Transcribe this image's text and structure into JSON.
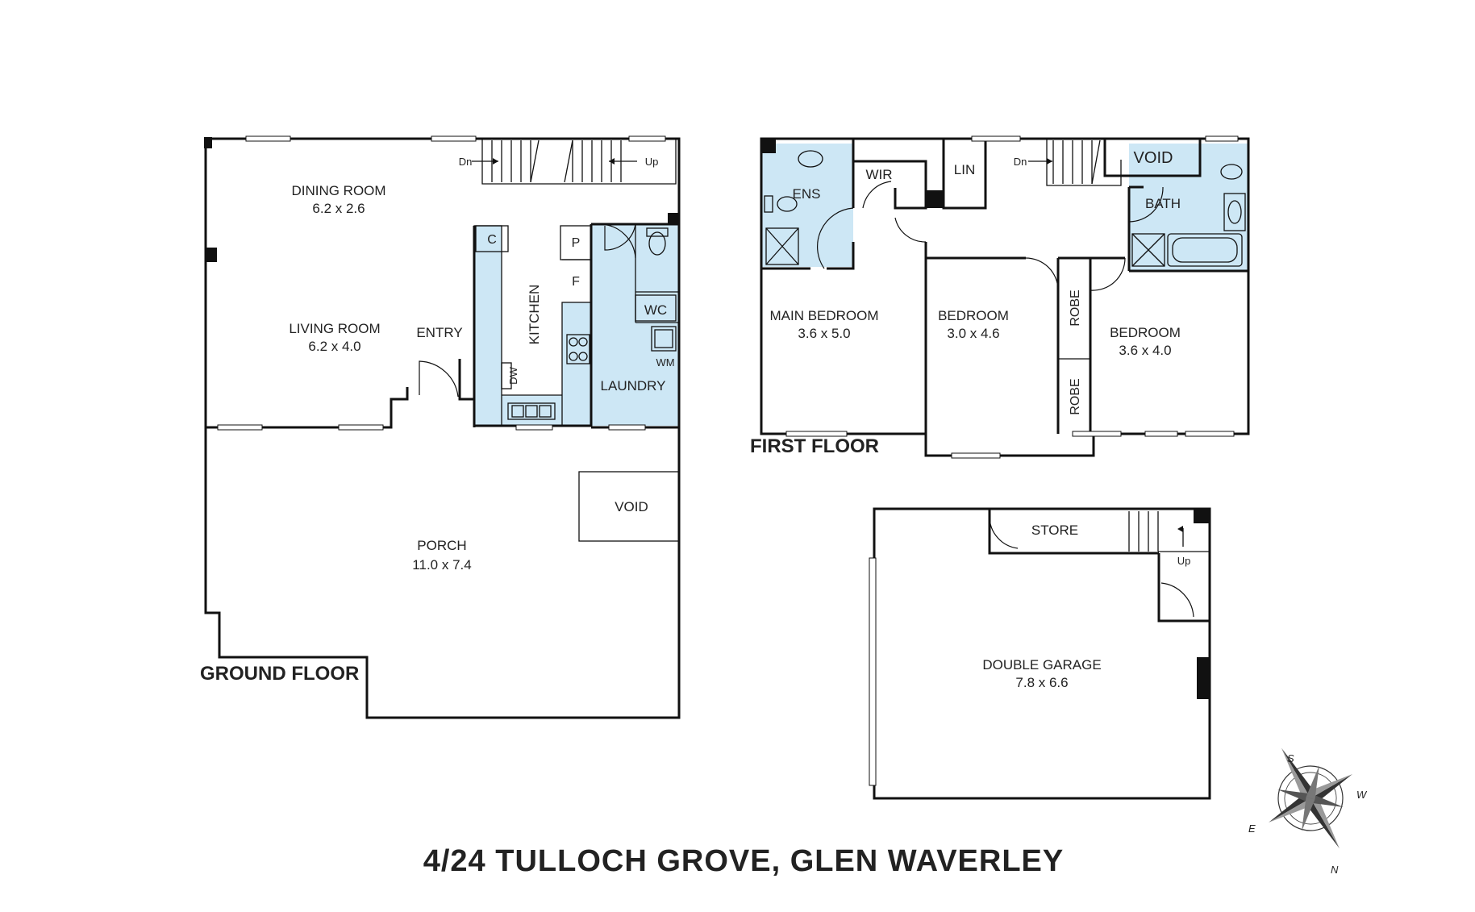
{
  "title": "4/24 TULLOCH GROVE, GLEN WAVERLEY",
  "floors": {
    "ground": "GROUND FLOOR",
    "first": "FIRST FLOOR"
  },
  "rooms": {
    "dining": {
      "name": "DINING ROOM",
      "dims": "6.2 x 2.6"
    },
    "living": {
      "name": "LIVING ROOM",
      "dims": "6.2 x 4.0"
    },
    "entry": {
      "name": "ENTRY"
    },
    "kitchen": {
      "name": "KITCHEN"
    },
    "laundry": {
      "name": "LAUNDRY"
    },
    "wc": {
      "name": "WC"
    },
    "porch": {
      "name": "PORCH",
      "dims": "11.0 x 7.4"
    },
    "void_ground": {
      "name": "VOID"
    },
    "ens": {
      "name": "ENS"
    },
    "wir": {
      "name": "WIR"
    },
    "lin": {
      "name": "LIN"
    },
    "void_first": {
      "name": "VOID"
    },
    "bath": {
      "name": "BATH"
    },
    "main_bedroom": {
      "name": "MAIN BEDROOM",
      "dims": "3.6 x 5.0"
    },
    "bedroom2": {
      "name": "BEDROOM",
      "dims": "3.0 x 4.6"
    },
    "bedroom3": {
      "name": "BEDROOM",
      "dims": "3.6 x 4.0"
    },
    "robe1": {
      "name": "ROBE"
    },
    "robe2": {
      "name": "ROBE"
    },
    "store": {
      "name": "STORE"
    },
    "garage": {
      "name": "DOUBLE GARAGE",
      "dims": "7.8 x 6.6"
    }
  },
  "fixtures": {
    "c": "C",
    "p": "P",
    "f": "F",
    "dw": "DW",
    "wm": "WM"
  },
  "stairs": {
    "ground_dn": "Dn",
    "ground_up": "Up",
    "first_dn": "Dn",
    "garage_up": "Up"
  },
  "compass": {
    "s": "S",
    "w": "W",
    "e": "E",
    "n": "N"
  },
  "colors": {
    "wet_area": "#cde7f5",
    "wall": "#111111"
  }
}
